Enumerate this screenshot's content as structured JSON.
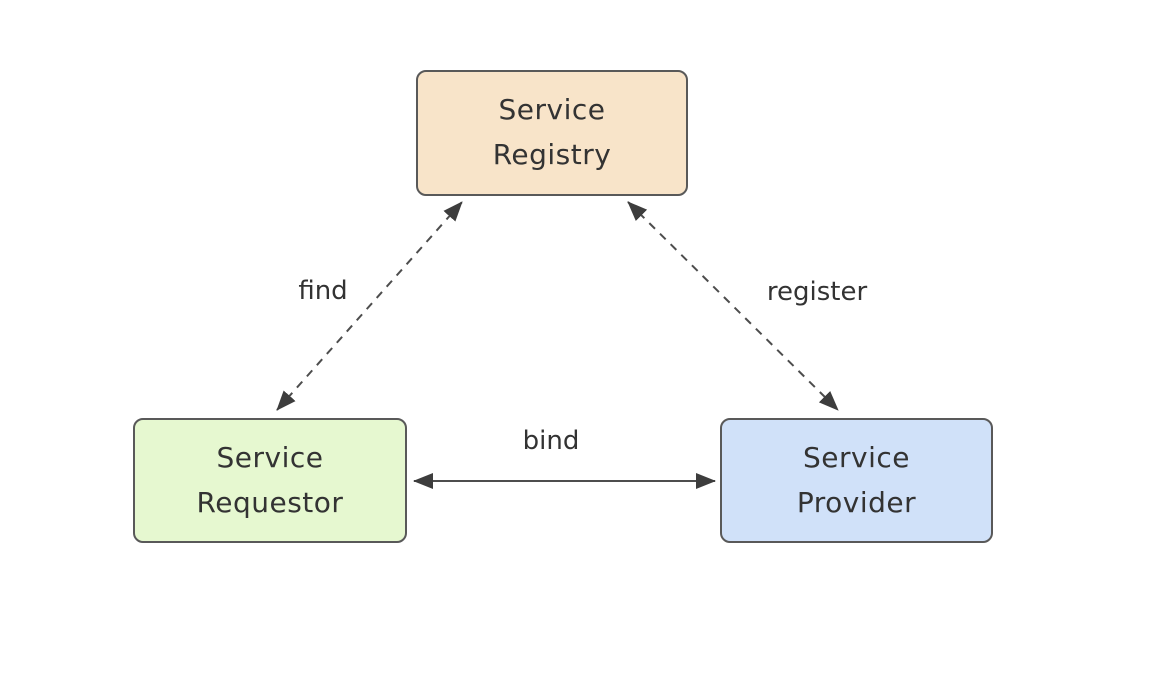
{
  "diagram": {
    "background_color": "#ffffff",
    "line_color": "#4d4d4d",
    "text_color": "#333333",
    "nodes": [
      {
        "id": "service-registry",
        "lines": [
          "Service",
          "Registry"
        ],
        "fill": "#f8e4c9",
        "border": "#595959"
      },
      {
        "id": "service-requestor",
        "lines": [
          "Service",
          "Requestor"
        ],
        "fill": "#e6f8d0",
        "border": "#595959"
      },
      {
        "id": "service-provider",
        "lines": [
          "Service",
          "Provider"
        ],
        "fill": "#d0e1f9",
        "border": "#595959"
      }
    ],
    "edges": [
      {
        "id": "find",
        "label": "find",
        "from": "service-requestor",
        "to": "service-registry",
        "line_style": "dashed",
        "arrows": "both",
        "color": "#4d4d4d"
      },
      {
        "id": "register",
        "label": "register",
        "from": "service-provider",
        "to": "service-registry",
        "line_style": "dashed",
        "arrows": "both",
        "color": "#4d4d4d"
      },
      {
        "id": "bind",
        "label": "bind",
        "from": "service-requestor",
        "to": "service-provider",
        "line_style": "solid",
        "arrows": "both",
        "color": "#4d4d4d"
      }
    ]
  }
}
